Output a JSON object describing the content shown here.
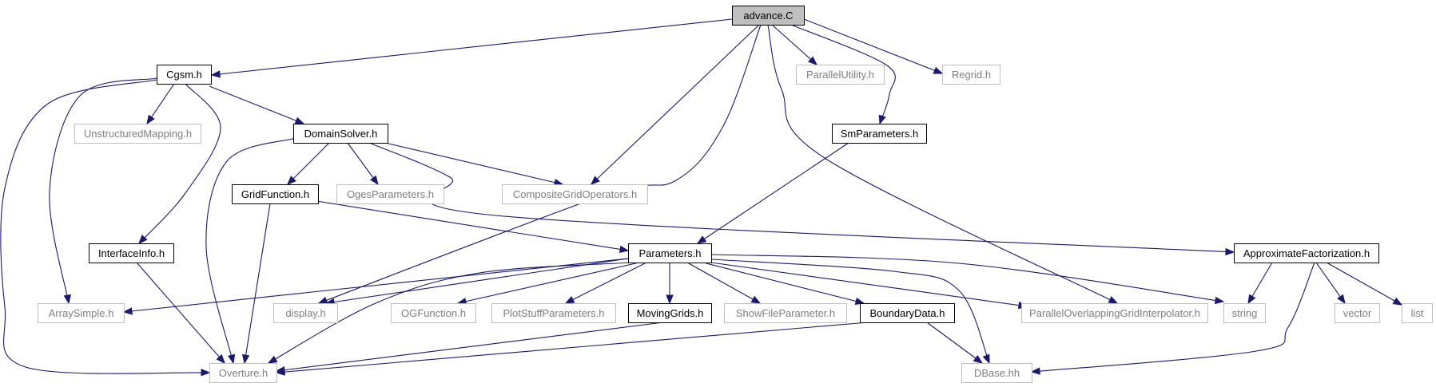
{
  "diagram": {
    "nodes": [
      {
        "id": "advance",
        "label": "advance.C",
        "style": "root",
        "interactable": false
      },
      {
        "id": "cgsm",
        "label": "Cgsm.h",
        "style": "documented",
        "interactable": true
      },
      {
        "id": "parallelutility",
        "label": "ParallelUtility.h",
        "style": "undocumented",
        "interactable": false
      },
      {
        "id": "regrid",
        "label": "Regrid.h",
        "style": "undocumented",
        "interactable": false
      },
      {
        "id": "unstructured",
        "label": "UnstructuredMapping.h",
        "style": "undocumented",
        "interactable": false
      },
      {
        "id": "domainsolver",
        "label": "DomainSolver.h",
        "style": "documented",
        "interactable": true
      },
      {
        "id": "smparameters",
        "label": "SmParameters.h",
        "style": "documented",
        "interactable": true
      },
      {
        "id": "gridfunction",
        "label": "GridFunction.h",
        "style": "documented",
        "interactable": true
      },
      {
        "id": "ogesparameters",
        "label": "OgesParameters.h",
        "style": "undocumented",
        "interactable": false
      },
      {
        "id": "compositegridops",
        "label": "CompositeGridOperators.h",
        "style": "undocumented",
        "interactable": false
      },
      {
        "id": "interfaceinfo",
        "label": "InterfaceInfo.h",
        "style": "documented",
        "interactable": true
      },
      {
        "id": "parameters",
        "label": "Parameters.h",
        "style": "documented",
        "interactable": true
      },
      {
        "id": "approxfact",
        "label": "ApproximateFactorization.h",
        "style": "documented",
        "interactable": true
      },
      {
        "id": "arraysimple",
        "label": "ArraySimple.h",
        "style": "undocumented",
        "interactable": false
      },
      {
        "id": "display",
        "label": "display.h",
        "style": "undocumented",
        "interactable": false
      },
      {
        "id": "ogfunction",
        "label": "OGFunction.h",
        "style": "undocumented",
        "interactable": false
      },
      {
        "id": "plotstuff",
        "label": "PlotStuffParameters.h",
        "style": "undocumented",
        "interactable": false
      },
      {
        "id": "movinggrids",
        "label": "MovingGrids.h",
        "style": "documented",
        "interactable": true
      },
      {
        "id": "showfile",
        "label": "ShowFileParameter.h",
        "style": "undocumented",
        "interactable": false
      },
      {
        "id": "boundarydata",
        "label": "BoundaryData.h",
        "style": "documented",
        "interactable": true
      },
      {
        "id": "poginterp",
        "label": "ParallelOverlappingGridInterpolator.h",
        "style": "undocumented",
        "interactable": false
      },
      {
        "id": "string",
        "label": "string",
        "style": "undocumented",
        "interactable": false
      },
      {
        "id": "vector",
        "label": "vector",
        "style": "undocumented",
        "interactable": false
      },
      {
        "id": "list",
        "label": "list",
        "style": "undocumented",
        "interactable": false
      },
      {
        "id": "overture",
        "label": "Overture.h",
        "style": "undocumented",
        "interactable": false
      },
      {
        "id": "dbase",
        "label": "DBase.hh",
        "style": "undocumented",
        "interactable": false
      }
    ],
    "edges": [
      {
        "from": "advance",
        "to": "cgsm"
      },
      {
        "from": "advance",
        "to": "compositegridops"
      },
      {
        "from": "advance",
        "to": "display"
      },
      {
        "from": "advance",
        "to": "parallelutility"
      },
      {
        "from": "advance",
        "to": "poginterp"
      },
      {
        "from": "advance",
        "to": "regrid"
      },
      {
        "from": "advance",
        "to": "smparameters"
      },
      {
        "from": "cgsm",
        "to": "unstructured"
      },
      {
        "from": "cgsm",
        "to": "domainsolver"
      },
      {
        "from": "cgsm",
        "to": "arraysimple"
      },
      {
        "from": "cgsm",
        "to": "overture"
      },
      {
        "from": "cgsm",
        "to": "interfaceinfo"
      },
      {
        "from": "domainsolver",
        "to": "gridfunction"
      },
      {
        "from": "domainsolver",
        "to": "ogesparameters"
      },
      {
        "from": "domainsolver",
        "to": "compositegridops"
      },
      {
        "from": "domainsolver",
        "to": "approxfact"
      },
      {
        "from": "domainsolver",
        "to": "overture"
      },
      {
        "from": "smparameters",
        "to": "parameters"
      },
      {
        "from": "gridfunction",
        "to": "parameters"
      },
      {
        "from": "gridfunction",
        "to": "overture"
      },
      {
        "from": "interfaceinfo",
        "to": "overture"
      },
      {
        "from": "parameters",
        "to": "arraysimple"
      },
      {
        "from": "parameters",
        "to": "display"
      },
      {
        "from": "parameters",
        "to": "overture"
      },
      {
        "from": "parameters",
        "to": "ogfunction"
      },
      {
        "from": "parameters",
        "to": "plotstuff"
      },
      {
        "from": "parameters",
        "to": "movinggrids"
      },
      {
        "from": "parameters",
        "to": "showfile"
      },
      {
        "from": "parameters",
        "to": "boundarydata"
      },
      {
        "from": "parameters",
        "to": "dbase"
      },
      {
        "from": "parameters",
        "to": "poginterp"
      },
      {
        "from": "parameters",
        "to": "string"
      },
      {
        "from": "movinggrids",
        "to": "overture"
      },
      {
        "from": "boundarydata",
        "to": "overture"
      },
      {
        "from": "boundarydata",
        "to": "dbase"
      },
      {
        "from": "approxfact",
        "to": "string"
      },
      {
        "from": "approxfact",
        "to": "vector"
      },
      {
        "from": "approxfact",
        "to": "list"
      },
      {
        "from": "approxfact",
        "to": "dbase"
      }
    ]
  }
}
